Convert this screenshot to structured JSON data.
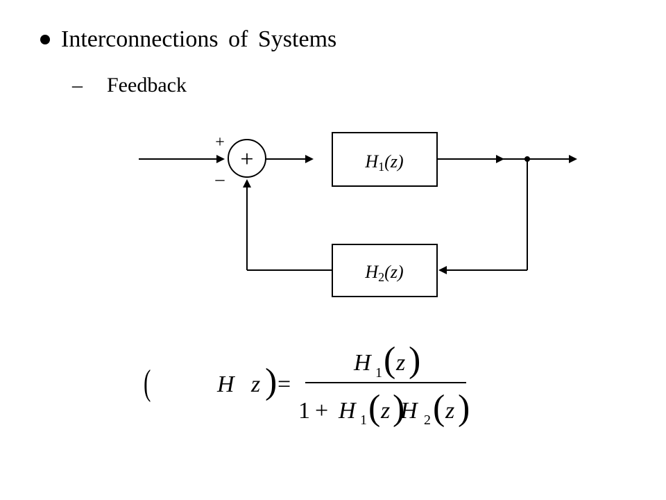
{
  "slide": {
    "bullet_title": "Interconnections of Systems",
    "dash": "–",
    "subtitle": "Feedback"
  },
  "diagram": {
    "summer_sign_top": "+",
    "summer_sign_bottom": "–",
    "summer_symbol": "+",
    "block1": {
      "H": "H",
      "sub": "1",
      "arg": "(z)"
    },
    "block2": {
      "H": "H",
      "sub": "2",
      "arg": "(z)"
    }
  },
  "equation": {
    "lhs_H": "H",
    "lhs_z": "z",
    "equals": "=",
    "num_H": "H",
    "num_sub": "1",
    "num_z": "z",
    "den_one": "1",
    "den_plus": "+",
    "den_H1": "H",
    "den_sub1": "1",
    "den_z1": "z",
    "den_H2": "H",
    "den_sub2": "2",
    "den_z2": "z"
  }
}
